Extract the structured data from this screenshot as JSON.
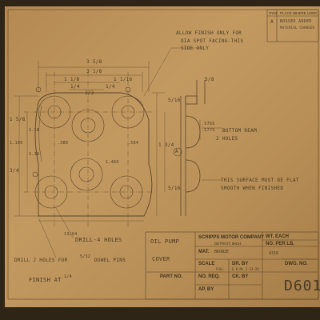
{
  "revision": {
    "header_col1": "SYM.",
    "header_col2": "PLACE WHERE USED",
    "row_sym": "A",
    "row_text_1": "BOSSED ADDED",
    "row_text_2": "MATERIAL CHANGED"
  },
  "notes": {
    "finish_note_1": "ALLOW FINISH ONLY FOR",
    "finish_note_2": "DIA SPOT FACING-THIS",
    "finish_note_3": "SIDE ONLY",
    "bottom_ream_1": "BOTTOM REAM",
    "bottom_ream_2": "2 HOLES",
    "surface_1": "THIS SURFACE MUST BE FLAT",
    "surface_2": "SMOOTH WHEN FINISHED",
    "drill_holes": "DRILL-4 HOLES",
    "drill_dowel": "DRILL 2 HOLES FOR",
    "dowel_pins": "DOWEL PINS",
    "finish_all": "FINISH AT",
    "section_mark": "A"
  },
  "dimensions": {
    "overall_width": "3 5/8",
    "upper_width": "3 1/8",
    "left_half": "1 1/8",
    "right_half": "1 1/16",
    "quarter_left": "1/4",
    "quarter_right": "1/4",
    "center_gap": "1/2",
    "left_height": "1 5/8",
    "mid_height": "1.190",
    "lower_height": "3/4",
    "height_a": "1.18",
    "height_b": "1.18",
    "inner_a": ".380",
    "inner_b": "1.460",
    "inner_c": ".584",
    "right_dim": "1 3/4",
    "side_top": "5/8",
    "side_mid": "5/16",
    "side_bot": "5/16",
    "ream_dia": ".5765",
    "ream_dia2": ".5775",
    "drill_frac": "13/64",
    "dowel_frac": "5/32",
    "finish_frac": "1/4"
  },
  "title_block": {
    "part_name_1": "OIL PUMP",
    "part_name_2": "COVER",
    "company": "SCRIPPS MOTOR COMPANY",
    "city": "DETROIT, MICH.",
    "wt_each_label": "WT. EACH",
    "no_per_lb_label": "NO. PER LB.",
    "no_per_lb_value": "4316",
    "mat_label": "MAT.",
    "mat_value": "BRONZE",
    "scale_label": "SCALE",
    "scale_value": "FULL",
    "dr_by_label": "DR. BY",
    "dr_by_value": "E.R.Mc 2-13-28",
    "dwg_no_label": "DWG. NO.",
    "dwg_no_value": "D601",
    "part_no_label": "PART NO.",
    "no_req_label": "NO. REQ.",
    "ck_by_label": "CK. BY",
    "ap_by_label": "AP. BY"
  }
}
